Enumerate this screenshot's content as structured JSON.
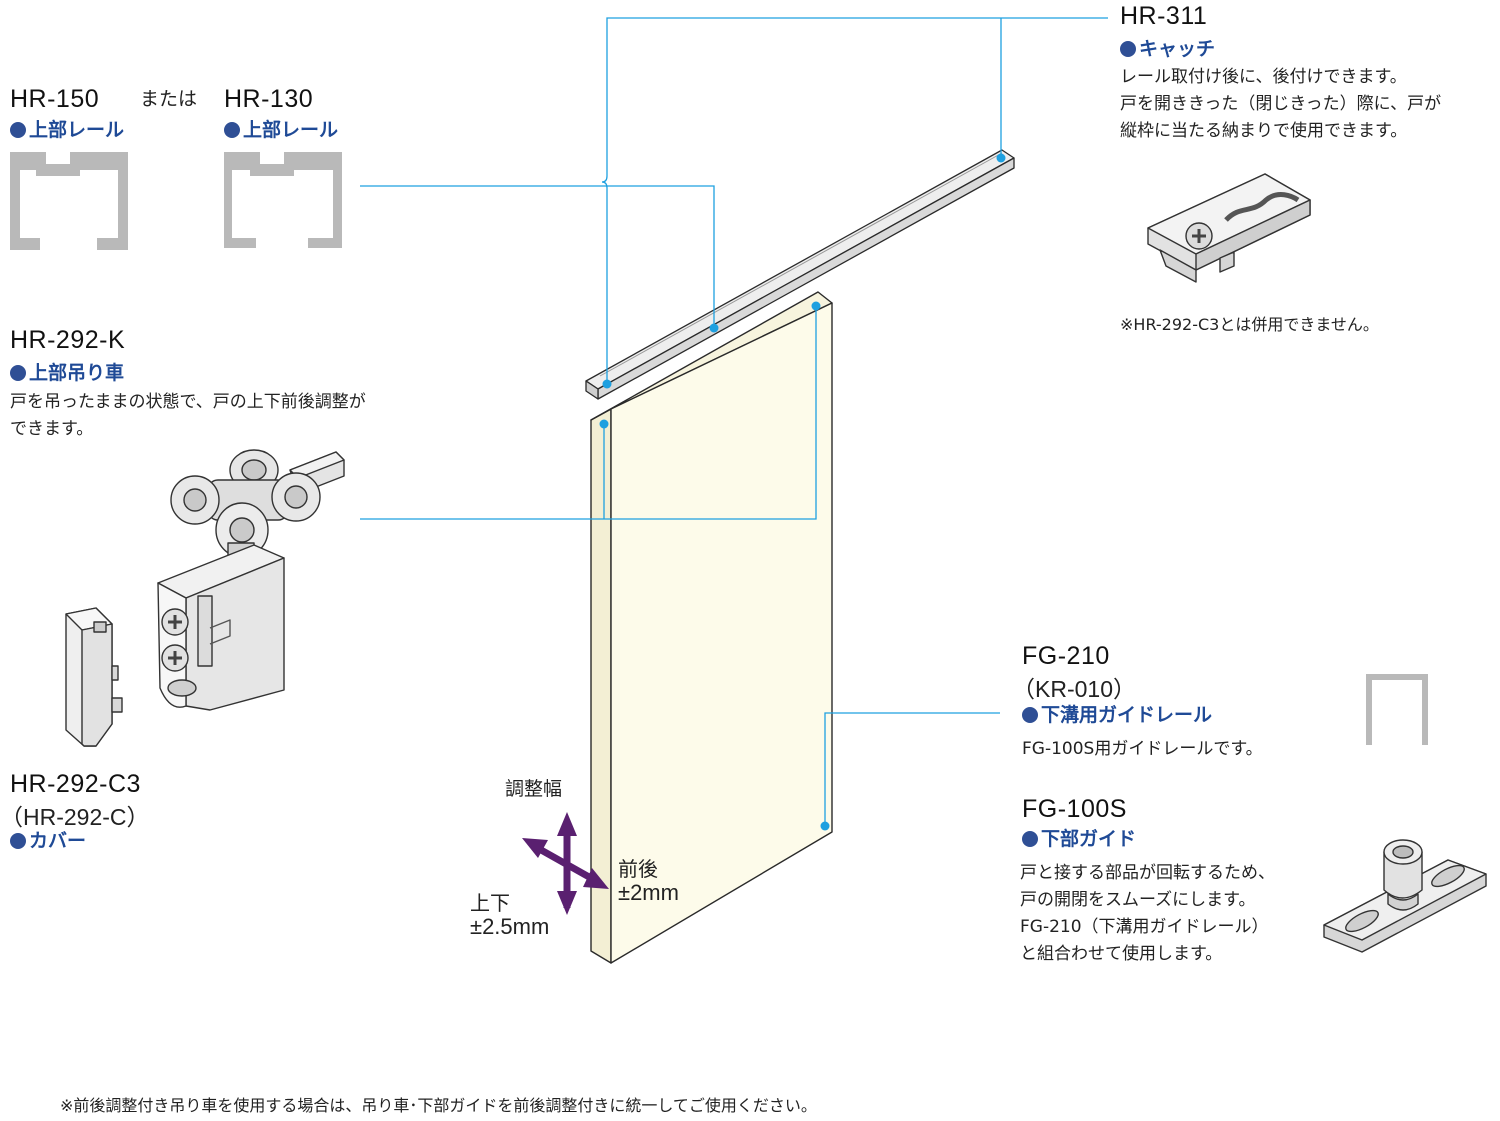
{
  "hr311": {
    "model": "HR-311",
    "category": "キャッチ",
    "desc": [
      "レール取付け後に、後付けできます。",
      "戸を開ききった（閉じきった）際に、戸が",
      "縦枠に当たる納まりで使用できます。"
    ],
    "note": "※HR-292-C3とは併用できません。"
  },
  "rail": {
    "model_a": "HR-150",
    "or": "または",
    "model_b": "HR-130",
    "category": "上部レール"
  },
  "hr292k": {
    "model": "HR-292-K",
    "category": "上部吊り車",
    "desc": [
      "戸を吊ったままの状態で、戸の上下前後調整が",
      "できます。"
    ]
  },
  "hr292c3": {
    "model": "HR-292-C3",
    "alt": "（HR-292-C）",
    "category": "カバー"
  },
  "fg210": {
    "model": "FG-210",
    "alt": "（KR-010）",
    "category": "下溝用ガイドレール",
    "desc": "FG-100S用ガイドレールです。"
  },
  "fg100s": {
    "model": "FG-100S",
    "category": "下部ガイド",
    "desc": [
      "戸と接する部品が回転するため、",
      "戸の開閉をスムーズにします。",
      "FG-210（下溝用ガイドレール）",
      "と組合わせて使用します。"
    ]
  },
  "adjust": {
    "title": "調整幅",
    "front_back": "前後",
    "front_back_value": "±2mm",
    "up_down": "上下",
    "up_down_value": "±2.5mm"
  },
  "footnote": "※前後調整付き吊り車を使用する場合は、吊り車･下部ガイドを前後調整付きに統一してご使用ください。",
  "colors": {
    "leader": "#1ea0e0",
    "category": "#1f4a96",
    "door": "#fdfbea",
    "arrow": "#5a2070"
  }
}
